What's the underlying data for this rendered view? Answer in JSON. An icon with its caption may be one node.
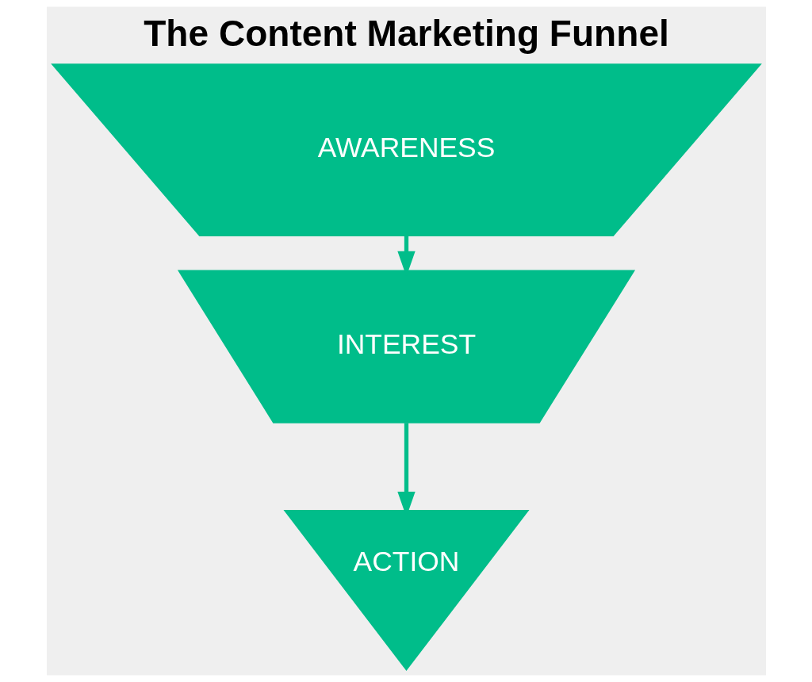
{
  "diagram": {
    "title": "The Content Marketing Funnel",
    "nodes": [
      {
        "text": [
          "AWARENESS"
        ]
      },
      {
        "text": [
          "INTEREST"
        ]
      },
      {
        "text": [
          "ACTION"
        ]
      }
    ],
    "edges": [
      {
        "from": 0,
        "to": 1,
        "arrow": "to"
      },
      {
        "from": 1,
        "to": 2,
        "arrow": "to"
      }
    ]
  }
}
